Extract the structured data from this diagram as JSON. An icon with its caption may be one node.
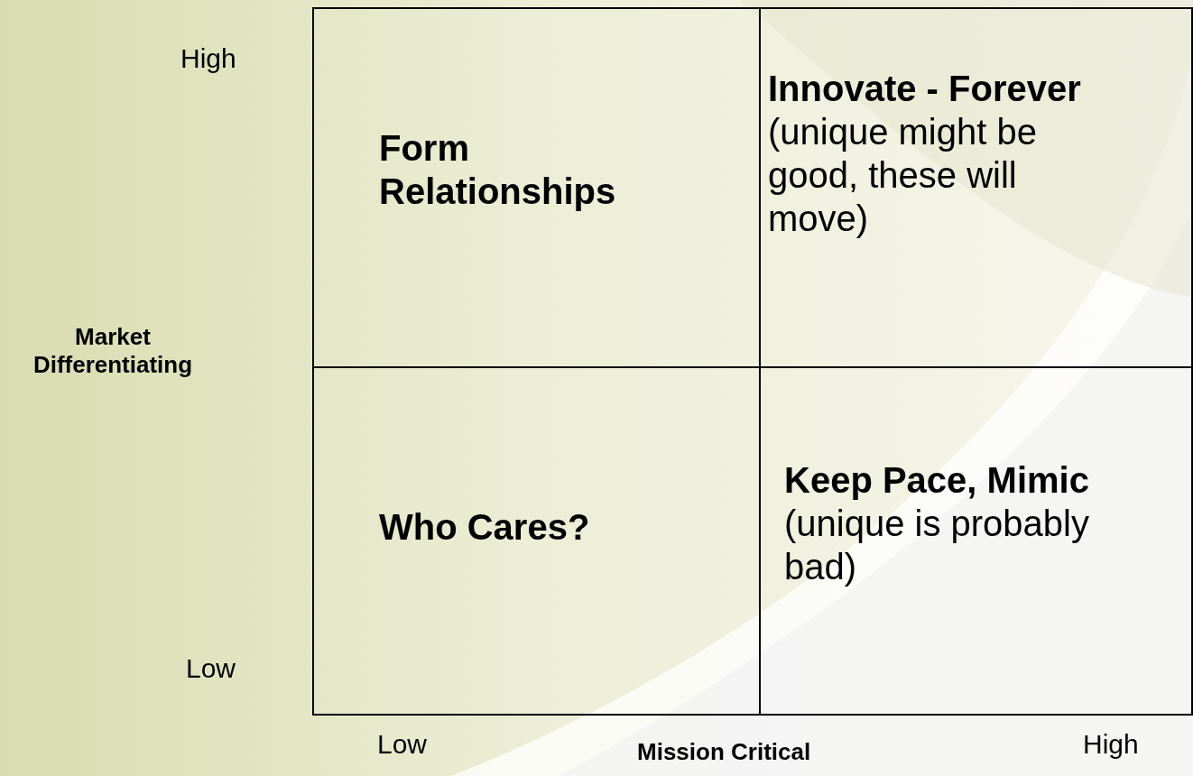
{
  "diagram": {
    "nodes": [
      {
        "text": [
          "Form Relationships"
        ]
      },
      {
        "text": [
          "Innovate - Forever",
          "(unique might be good, these will move)"
        ]
      },
      {
        "text": [
          "Who Cares?"
        ]
      },
      {
        "text": [
          "**Keep Pace, Mimic** (unique is probably bad)"
        ]
      }
    ],
    "edges": [],
    "labels": [
      "High",
      "Market Differentiating",
      "Low",
      "Low",
      "Mission Critical",
      "High"
    ]
  }
}
